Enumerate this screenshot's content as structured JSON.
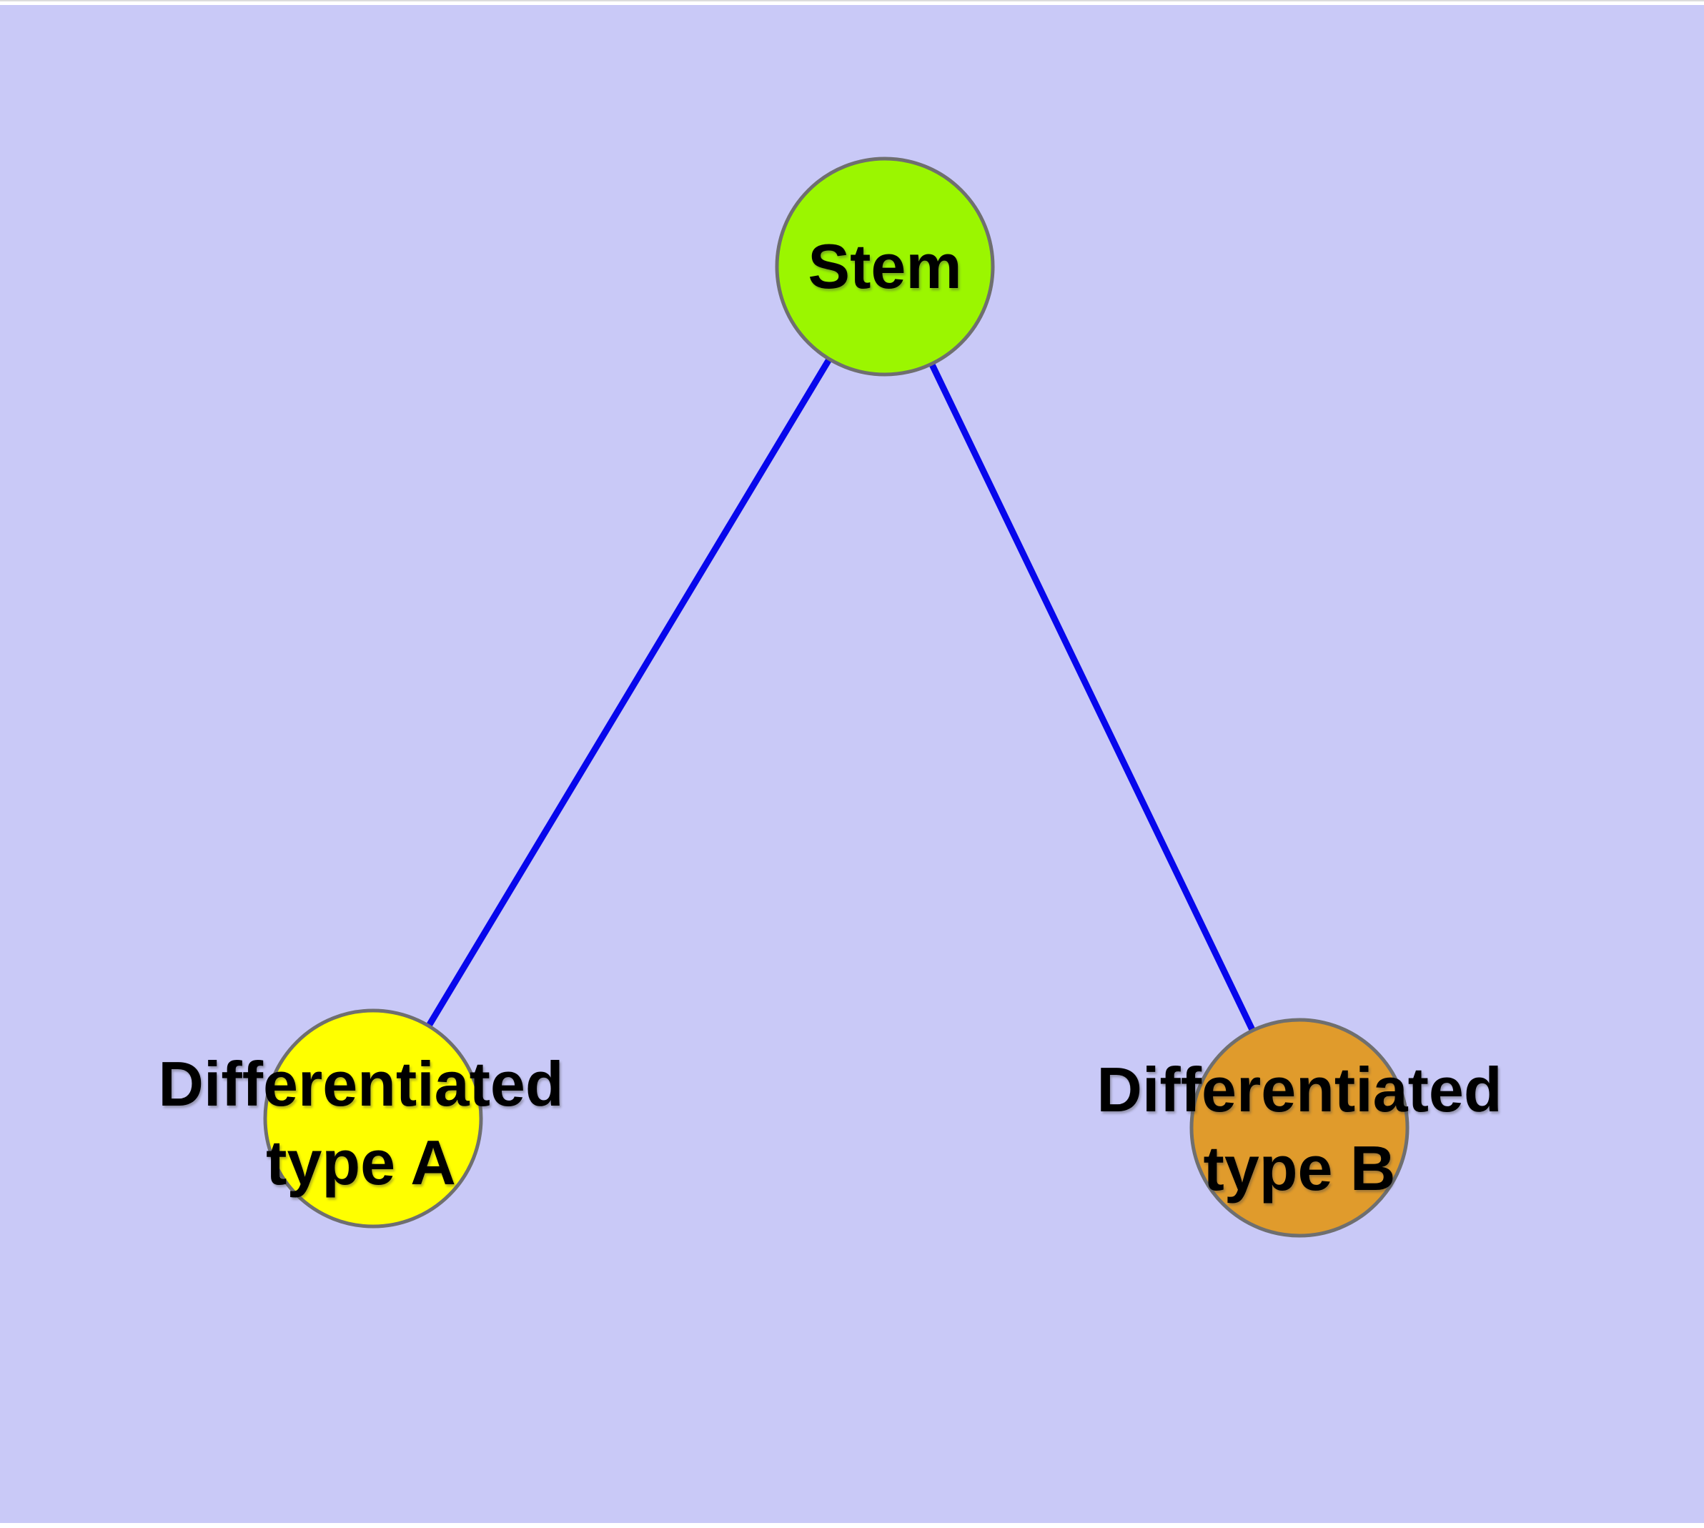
{
  "background": {
    "page_color": "#ffffff",
    "canvas_color": "#c9c9f7"
  },
  "nodes": {
    "stem": {
      "label": "Stem",
      "fill_color": "#9bf600",
      "border_color": "#6f6f6f"
    },
    "type_a": {
      "label": "Differentiated\ntype A",
      "fill_color": "#ffff00",
      "border_color": "#6f6f6f"
    },
    "type_b": {
      "label": "Differentiated\ntype B",
      "fill_color": "#e09b2c",
      "border_color": "#6f6f6f"
    }
  },
  "edges": {
    "color": "#0707ec",
    "list": [
      {
        "from": "Stem",
        "to": "Differentiated type A"
      },
      {
        "from": "Stem",
        "to": "Differentiated type B"
      }
    ]
  }
}
